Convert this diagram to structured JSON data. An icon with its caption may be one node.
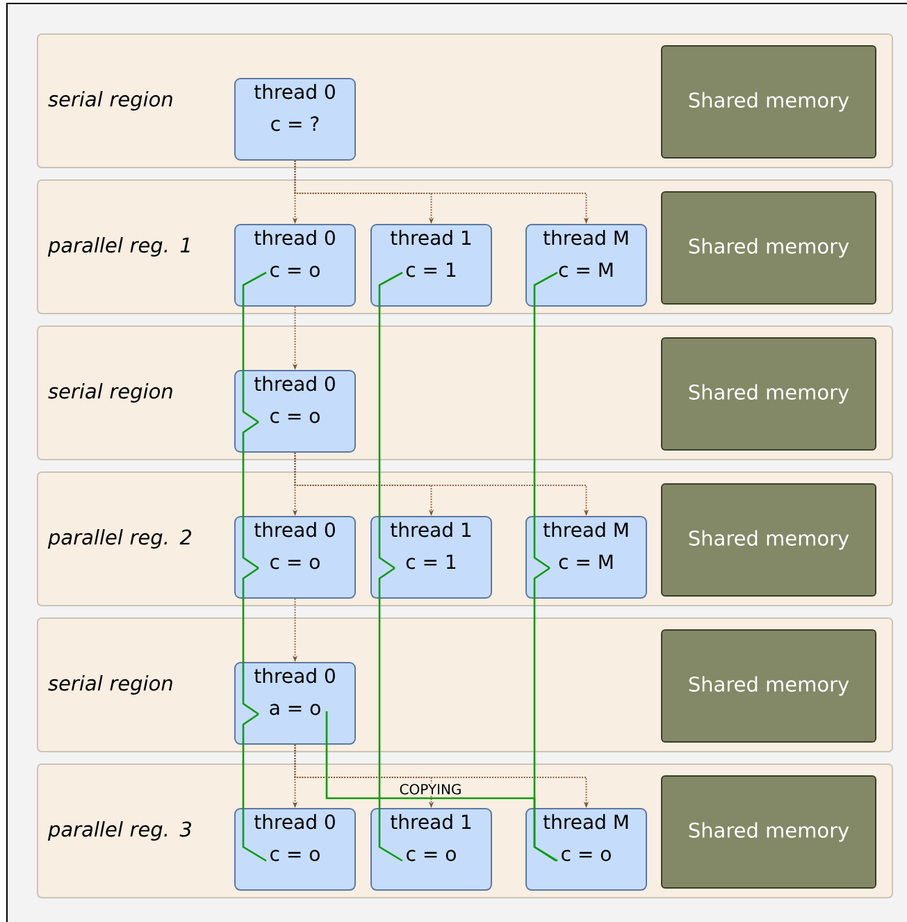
{
  "diagram": {
    "nodes": [
      {
        "text": [
          "serial region"
        ]
      },
      {
        "text": [
          "thread 0",
          "c = ?"
        ],
        "in": 0
      },
      {
        "text": [
          "Shared memory"
        ],
        "in": 0
      },
      {
        "text": [
          "parallel reg. 1"
        ]
      },
      {
        "text": [
          "thread 0",
          "c = o"
        ],
        "in": 3
      },
      {
        "text": [
          "thread 1",
          "c = 1"
        ],
        "in": 3
      },
      {
        "text": [
          "thread M",
          "c = M"
        ],
        "in": 3
      },
      {
        "text": [
          "Shared memory"
        ],
        "in": 3
      },
      {
        "text": [
          "serial region"
        ]
      },
      {
        "text": [
          "thread 0",
          "c = o"
        ],
        "in": 8
      },
      {
        "text": [
          "Shared memory"
        ],
        "in": 8
      },
      {
        "text": [
          "parallel reg. 2"
        ]
      },
      {
        "text": [
          "thread 0",
          "c = o"
        ],
        "in": 11
      },
      {
        "text": [
          "thread 1",
          "c = 1"
        ],
        "in": 11
      },
      {
        "text": [
          "thread M",
          "c = M"
        ],
        "in": 11
      },
      {
        "text": [
          "Shared memory"
        ],
        "in": 11
      },
      {
        "text": [
          "serial region"
        ]
      },
      {
        "text": [
          "thread 0",
          "a = o"
        ],
        "in": 16
      },
      {
        "text": [
          "Shared memory"
        ],
        "in": 16
      },
      {
        "text": [
          "parallel reg. 3"
        ]
      },
      {
        "text": [
          "thread 0",
          "c = o"
        ],
        "in": 19
      },
      {
        "text": [
          "thread 1",
          "c = o"
        ],
        "in": 19
      },
      {
        "text": [
          "thread M",
          "c = o"
        ],
        "in": 19
      },
      {
        "text": [
          "Shared memory"
        ],
        "in": 19
      }
    ],
    "edges": [
      {
        "from": 1,
        "to": 4,
        "arrow": "to",
        "style": "dashed"
      },
      {
        "from": 1,
        "to": 5,
        "arrow": "to",
        "style": "dashed"
      },
      {
        "from": 1,
        "to": 6,
        "arrow": "to",
        "style": "dashed"
      },
      {
        "from": 4,
        "to": 9,
        "arrow": "to",
        "style": "dashed"
      },
      {
        "from": 9,
        "to": 12,
        "arrow": "to",
        "style": "dashed"
      },
      {
        "from": 9,
        "to": 13,
        "arrow": "to",
        "style": "dashed"
      },
      {
        "from": 9,
        "to": 14,
        "arrow": "to",
        "style": "dashed"
      },
      {
        "from": 12,
        "to": 17,
        "arrow": "to",
        "style": "dashed"
      },
      {
        "from": 17,
        "to": 20,
        "arrow": "to",
        "style": "dashed"
      },
      {
        "from": 17,
        "to": 21,
        "arrow": "to",
        "style": "dashed"
      },
      {
        "from": 17,
        "to": 22,
        "arrow": "to",
        "style": "dashed"
      },
      {
        "from": 4,
        "to": 9,
        "arrow": "none",
        "color": "#109a10"
      },
      {
        "from": 9,
        "to": 12,
        "arrow": "none",
        "color": "#109a10"
      },
      {
        "from": 12,
        "to": 17,
        "arrow": "none",
        "color": "#109a10"
      },
      {
        "from": 17,
        "to": 20,
        "arrow": "none",
        "color": "#109a10"
      },
      {
        "from": 5,
        "to": 13,
        "arrow": "none",
        "color": "#109a10"
      },
      {
        "from": 13,
        "to": 21,
        "arrow": "none",
        "color": "#109a10"
      },
      {
        "from": 6,
        "to": 14,
        "arrow": "none",
        "color": "#109a10"
      },
      {
        "from": 14,
        "to": 22,
        "arrow": "none",
        "color": "#109a10"
      },
      {
        "from": 17,
        "to": 22,
        "arrow": "none",
        "color": "#109a10",
        "label": "COPYING"
      }
    ]
  }
}
